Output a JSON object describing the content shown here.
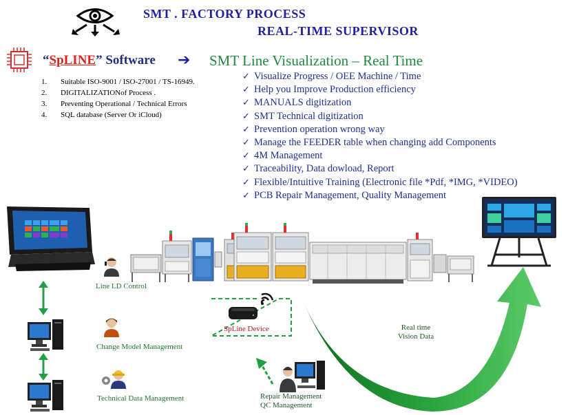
{
  "header": {
    "title_line1": "SMT . FACTORY  PROCESS",
    "title_line2": "REAL-TIME  SUPERVISOR"
  },
  "software": {
    "quote_open": "“",
    "brand": "SpLINE",
    "quote_close": "”",
    "suffix": "Software",
    "viz_title": "SMT Line Visualization  – Real Time"
  },
  "standards": [
    {
      "num": "1.",
      "text": "Suitable ISO-9001 / ISO-27001 / TS-16949."
    },
    {
      "num": "2.",
      "text": "DIGITALIZATIONof Process ."
    },
    {
      "num": "3.",
      "text": "Preventing Operational / Technical Errors"
    },
    {
      "num": "4.",
      "text": "SQL database  (Server Or iCloud)"
    }
  ],
  "features": [
    "Visualize  Progress  / OEE Machine   / Time",
    "Help  you  Improve  Production  efficiency",
    "MANUALS  digitization",
    "SMT Technical  digitization",
    "Prevention  operation  wrong way",
    "Manage  the  FEEDER  table  when  changing   add Components",
    "4M Management",
    "Traceability,  Data dowload,  Report",
    "Flexible/Intuitive  Training   (Electronic  file  *Pdf,  *IMG,  *VIDEO)",
    "PCB Repair  Management,  Quality  Management"
  ],
  "labels": {
    "line_ld": "Line LD Control",
    "change_model": "Change  Model Management",
    "technical_data": "Technical Data Management",
    "device": "SpLine Device",
    "realtime_1": "Real time",
    "realtime_2": "Vision Data",
    "repair": "Repair Management",
    "qc": "QC Management"
  },
  "icons": {
    "eye": "eye-icon",
    "chip": "chip-icon",
    "tablet": "tablet-icon",
    "pc": "desktop-pc-icon",
    "operator": "operator-icon",
    "engineer": "engineer-icon",
    "device": "device-icon",
    "monitor": "tv-monitor-icon"
  },
  "colors": {
    "title_blue": "#1f1f9f",
    "brand_red": "#e0201c",
    "viz_green": "#1e8a3c",
    "feature_blue": "#1f2f8f",
    "arrow_green": "#1f8f2f"
  }
}
